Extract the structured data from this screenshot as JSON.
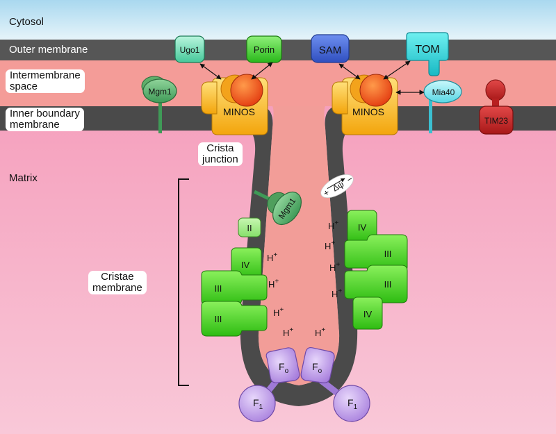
{
  "regions": {
    "cytosol": "Cytosol",
    "outer_membrane": "Outer membrane",
    "intermembrane_space": [
      "Intermembrane",
      "space"
    ],
    "inner_boundary_membrane": [
      "Inner boundary",
      "membrane"
    ],
    "matrix": "Matrix",
    "crista_junction": [
      "Crista",
      "junction"
    ],
    "cristae_membrane": [
      "Cristae",
      "membrane"
    ]
  },
  "proteins": {
    "ugo1": "Ugo1",
    "porin": "Porin",
    "sam": "SAM",
    "tom": "TOM",
    "mgm1_top": "Mgm1",
    "minos_left": "MINOS",
    "minos_right": "MINOS",
    "mia40": "Mia40",
    "tim23": "TIM23",
    "mgm1_crista": "Mgm1",
    "complex_II": "II",
    "complex_IV_left": "IV",
    "complex_III_left_1": "III",
    "complex_III_left_2": "III",
    "complex_IV_right_top": "IV",
    "complex_III_right_1": "III",
    "complex_III_right_2": "III",
    "complex_IV_right_bottom": "IV",
    "fo": "F",
    "fo_sub": "o",
    "f1": "F",
    "f1_sub": "1"
  },
  "protons": {
    "symbol": "H",
    "charge": "+"
  },
  "potential": {
    "label": "Δψ",
    "plus": "+",
    "minus": "−"
  },
  "colors": {
    "cytosol": "#cde8f3",
    "outer_membrane": "#555555",
    "intermembrane": "#f49a98",
    "matrix": "#f6a9c3",
    "membrane": "#4a4a4a",
    "crista_lumen": "#f19c97",
    "green": "#47cc26",
    "light_green": "#9cf07a",
    "minos_yellow": "#f8c11c",
    "minos_orange": "#ef5a1a",
    "sam_blue": "#4f6fd8",
    "tom_cyan": "#2fd6d6",
    "tim23_red": "#c92a2a",
    "atp_purple": "#b993e6"
  }
}
